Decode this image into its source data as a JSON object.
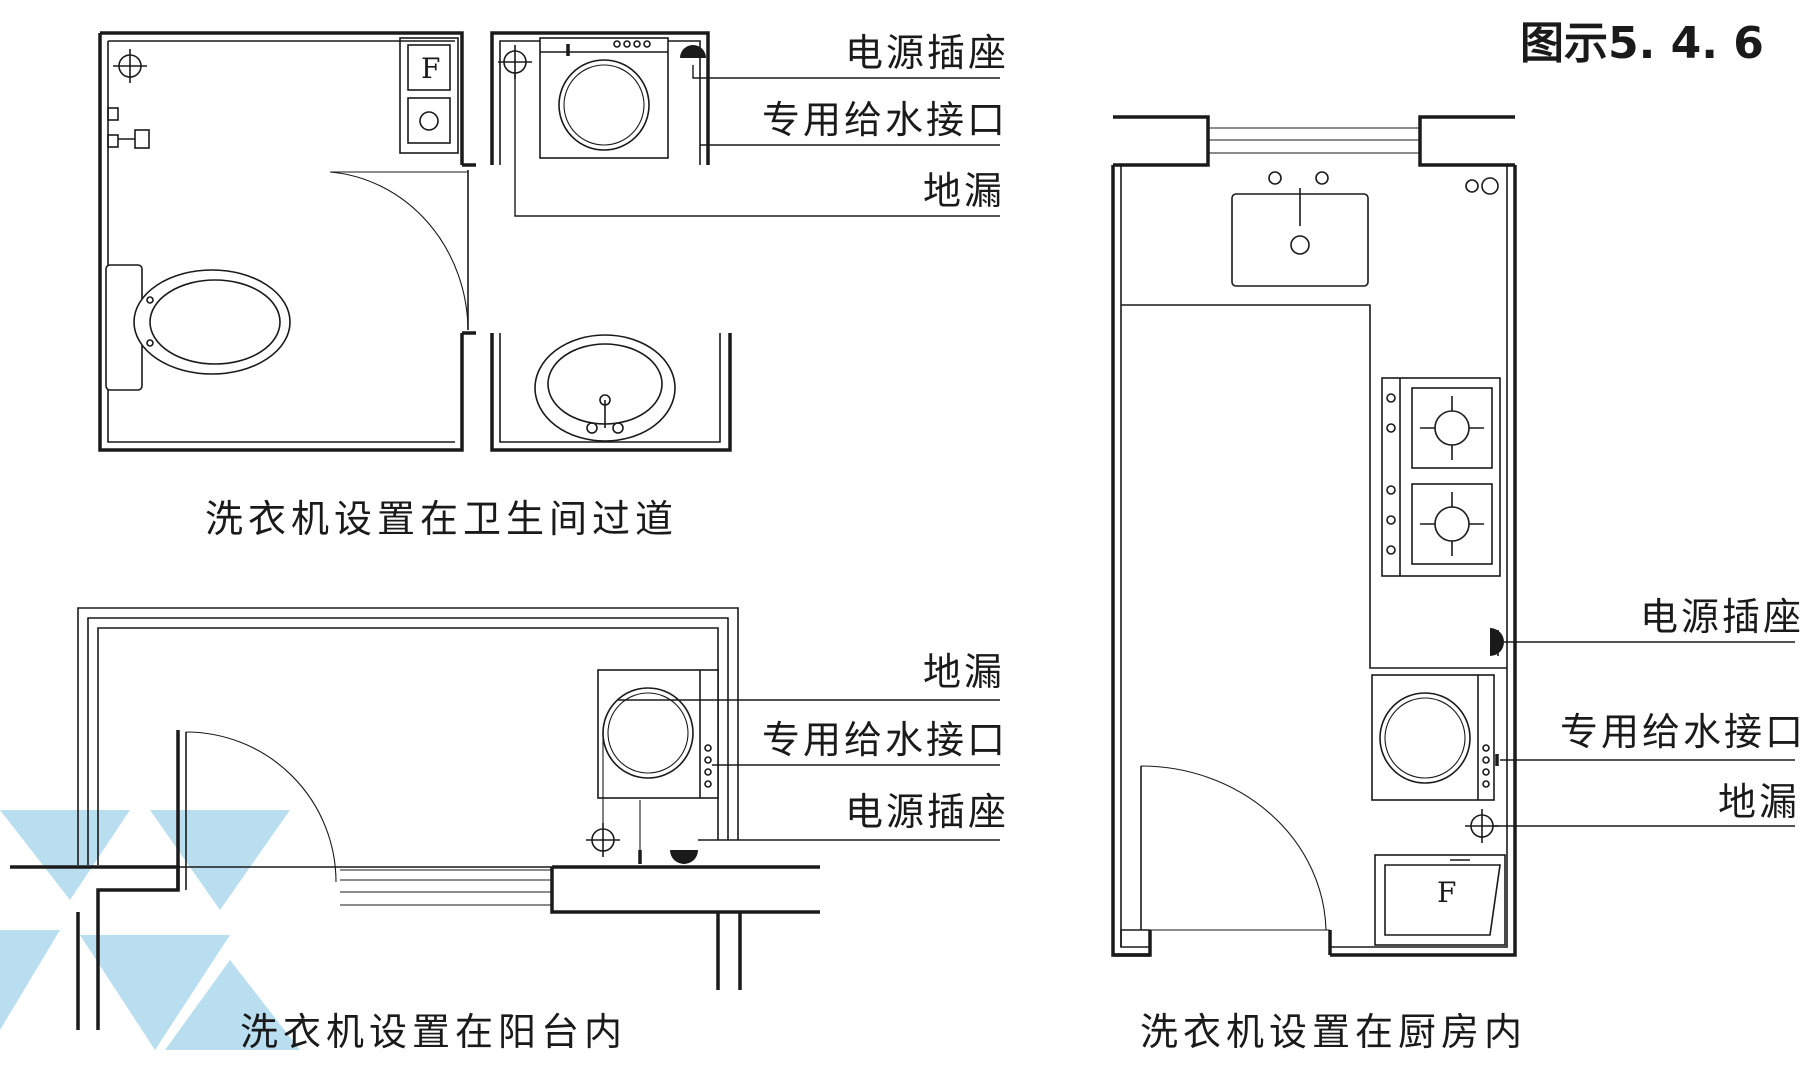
{
  "figure_label": "图示5. 4. 6",
  "panels": {
    "bathroom": {
      "caption": "洗衣机设置在卫生间过道",
      "labels": [
        "电源插座",
        "专用给水接口",
        "地漏"
      ],
      "fridge_mark": "F"
    },
    "balcony": {
      "caption": "洗衣机设置在阳台内",
      "labels": [
        "地漏",
        "专用给水接口",
        "电源插座"
      ]
    },
    "kitchen": {
      "caption": "洗衣机设置在厨房内",
      "labels": [
        "电源插座",
        "专用给水接口",
        "地漏"
      ],
      "fridge_mark": "F"
    }
  },
  "colors": {
    "line": "#1a1a1a",
    "watermark": "#7ec3e3"
  }
}
